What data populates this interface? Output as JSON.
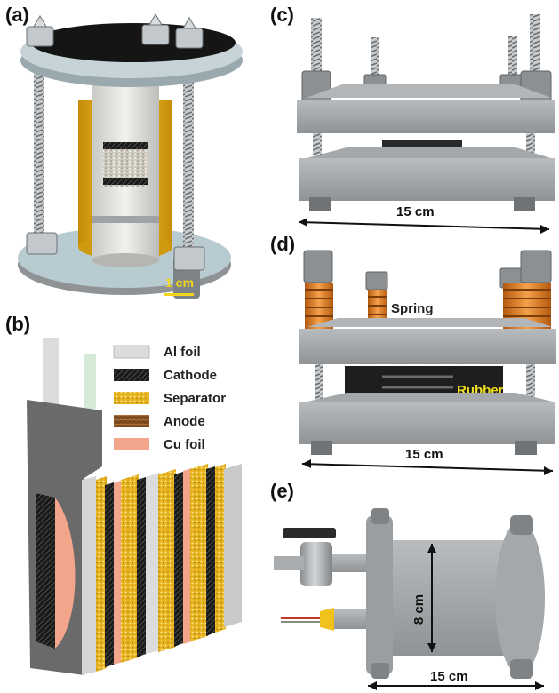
{
  "panels": {
    "a": {
      "label": "(a)",
      "scale_bar": "1 cm"
    },
    "b": {
      "label": "(b)",
      "legend": [
        {
          "name": "Al foil",
          "color": "#d9d9d9"
        },
        {
          "name": "Cathode",
          "color": "#1a1a1a"
        },
        {
          "name": "Separator",
          "color": "#e8b51c"
        },
        {
          "name": "Anode",
          "color": "#7a4a1f"
        },
        {
          "name": "Cu foil",
          "color": "#f2a48c"
        }
      ]
    },
    "c": {
      "label": "(c)",
      "dimension": "15 cm"
    },
    "d": {
      "label": "(d)",
      "dimension": "15 cm",
      "spring_label": "Spring",
      "rubber_label": "Rubber"
    },
    "e": {
      "label": "(e)",
      "height_dimension": "8 cm",
      "width_dimension": "15 cm"
    }
  },
  "colors": {
    "steel": "#9fa3a6",
    "steel_dark": "#6d7174",
    "gold": "#f0b71a",
    "spring": "#e07c22",
    "rubber_text": "#f2e01c"
  }
}
